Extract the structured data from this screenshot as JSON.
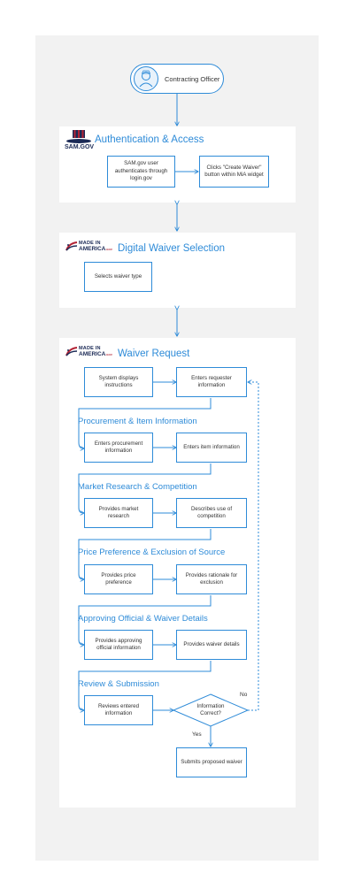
{
  "start": {
    "label": "Contracting Officer"
  },
  "sections": {
    "auth": {
      "title": "Authentication & Access",
      "logo_text": "SAM.GOV"
    },
    "digital": {
      "title": "Digital Waiver Selection",
      "logo_line1": "MADE IN",
      "logo_line2": "AMERICA",
      "logo_gov": ".GOV"
    },
    "waiver": {
      "title": "Waiver Request",
      "logo_line1": "MADE IN",
      "logo_line2": "AMERICA",
      "logo_gov": ".GOV"
    }
  },
  "subsections": {
    "procurement": "Procurement & Item Information",
    "market": "Market Research & Competition",
    "price": "Price Preference & Exclusion of Source",
    "approving": "Approving Official & Waiver Details",
    "review": "Review & Submission"
  },
  "steps": {
    "sam_auth": "SAM.gov user authenticates through login.gov",
    "create_waiver": "Clicks \"Create Waiver\" button within MiA widget",
    "select_type": "Selects waiver type",
    "display_instructions": "System displays instructions",
    "enter_requester": "Enters requester information",
    "enter_procurement": "Enters procurement information",
    "enter_item": "Enters item information",
    "market_research": "Provides market research",
    "describe_competition": "Describes use of competition",
    "price_preference": "Provides price preference",
    "rationale_exclusion": "Provides rationale for exclusion",
    "approving_official": "Provides approving official information",
    "waiver_details": "Provides waiver details",
    "review_info": "Reviews entered information",
    "decision": "Information Correct?",
    "submit": "Submits proposed waiver"
  },
  "edge_labels": {
    "no": "No",
    "yes": "Yes"
  },
  "colors": {
    "accent": "#2e8bd8",
    "canvas": "#f2f2f2",
    "navy": "#1b2a56",
    "red": "#b22234"
  }
}
